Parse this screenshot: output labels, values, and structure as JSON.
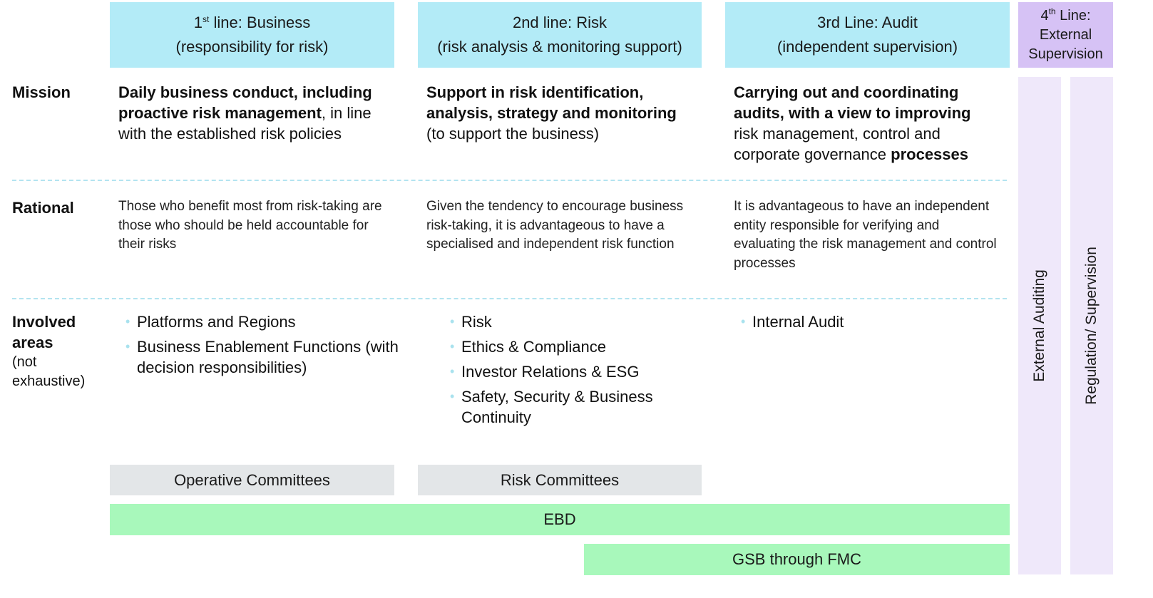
{
  "headers": {
    "line1": {
      "prefix": "1",
      "sup": "st",
      "title": " line: Business",
      "subtitle": "(responsibility for risk)"
    },
    "line2": {
      "title": "2nd line: Risk",
      "subtitle": "(risk analysis & monitoring support)"
    },
    "line3": {
      "title": "3rd Line: Audit",
      "subtitle": "(independent supervision)"
    },
    "line4": {
      "prefix": "4",
      "sup": "th",
      "title": " Line:",
      "line2": "External",
      "line3": "Supervision"
    }
  },
  "rows": {
    "mission": "Mission",
    "rational": "Rational",
    "involved": "Involved areas",
    "involved_note": "(not exhaustive)"
  },
  "mission": {
    "col1": {
      "bold": "Daily business conduct, including proactive risk management",
      "rest": ", in line with the established risk policies"
    },
    "col2": {
      "bold": "Support in risk identification, analysis, strategy and monitoring",
      "rest": " (to support the business)"
    },
    "col3": {
      "bold": "Carrying out and coordinating audits, with a view to improving",
      "rest": " risk management, control and corporate governance ",
      "bold_end": "processes"
    }
  },
  "rational": {
    "col1": "Those who benefit most from risk-taking are those who should be held accountable for their risks",
    "col2": "Given the tendency to encourage business risk-taking, it is advantageous to have a specialised and independent risk function",
    "col3": "It is advantageous to have an independent entity responsible for verifying and evaluating the risk management and control processes"
  },
  "areas": {
    "bullet": "•",
    "col1": [
      "Platforms and Regions",
      "Business Enablement Functions (with decision responsibilities)"
    ],
    "col2": [
      "Risk",
      "Ethics & Compliance",
      "Investor Relations & ESG",
      "Safety, Security & Business Continuity"
    ],
    "col3": [
      "Internal Audit"
    ]
  },
  "bars": {
    "operative": "Operative Committees",
    "risk": "Risk Committees",
    "ebd": "EBD",
    "gsb": "GSB through FMC"
  },
  "vertical": {
    "external_auditing": "External Auditing",
    "regulation": "Regulation/ Supervision"
  },
  "colors": {
    "header_blue": "#b3ebf7",
    "header_purple": "#d6c2f5",
    "side_column": "#efe8fa",
    "committee_grey": "#e3e6e8",
    "green_bar": "#a8f8bb",
    "divider": "#b3e4f0"
  }
}
